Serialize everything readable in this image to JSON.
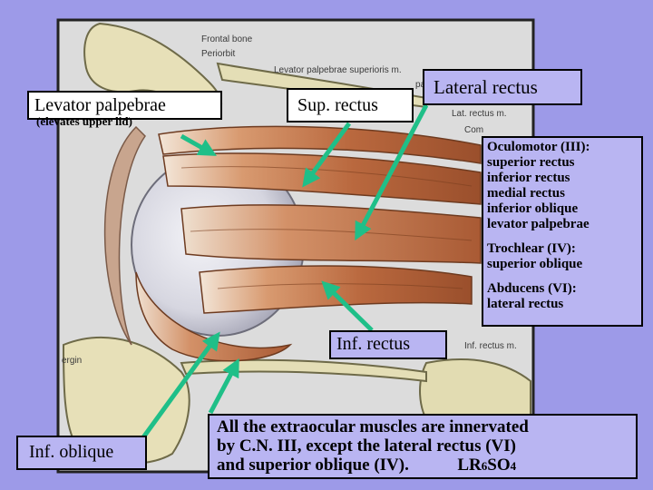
{
  "plate": {
    "frontal_bone": "Frontal bone",
    "periorbit": "Periorbit",
    "levator_plate": "Levator palpebrae superioris m.",
    "lat_rectus_plate": "Lat. rectus m.",
    "inf_rectus_plate": "Inf. rectus m.",
    "pall_fragment": "pall",
    "com_fragment": "Com",
    "margin_fragment": "ergin"
  },
  "labels": {
    "levator": "Levator palpebrae",
    "levator_sub": "(elevates upper lid)",
    "sup_rectus": "Sup. rectus",
    "lateral_rectus": "Lateral rectus",
    "inf_rectus": "Inf. rectus",
    "inf_oblique": "Inf. oblique"
  },
  "nerves": {
    "oculomotor_title": "Oculomotor (III):",
    "oculomotor_items": [
      "superior rectus",
      "inferior rectus",
      "medial rectus",
      "inferior oblique",
      "levator palpebrae"
    ],
    "trochlear_title": "Trochlear (IV):",
    "trochlear_items": [
      "superior oblique"
    ],
    "abducens_title": "Abducens (VI):",
    "abducens_items": [
      "lateral rectus"
    ]
  },
  "summary": {
    "line1": "All the extraocular muscles are innervated",
    "line2": "by C.N. III, except the lateral rectus (VI)",
    "line3": "and superior oblique (IV).",
    "mnemonic_lr": "LR",
    "mnemonic_6": "6",
    "mnemonic_so": "SO",
    "mnemonic_4": "4"
  },
  "colors": {
    "background": "#9d9ae8",
    "label_fill": "#b9b5f2",
    "arrow": "#1fbf88"
  }
}
